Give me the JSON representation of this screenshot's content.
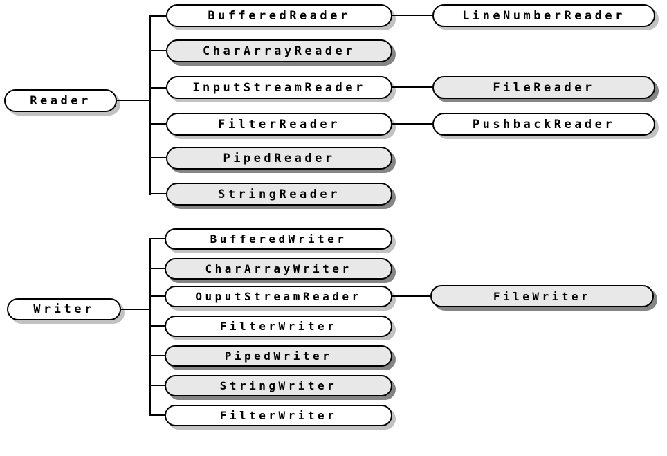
{
  "reader_tree": {
    "root": {
      "label": "Reader",
      "fill": "white"
    },
    "children": [
      {
        "label": "BufferedReader",
        "fill": "white"
      },
      {
        "label": "CharArrayReader",
        "fill": "shaded"
      },
      {
        "label": "InputStreamReader",
        "fill": "white"
      },
      {
        "label": "FilterReader",
        "fill": "white"
      },
      {
        "label": "PipedReader",
        "fill": "shaded"
      },
      {
        "label": "StringReader",
        "fill": "shaded"
      }
    ],
    "subclasses": [
      {
        "label": "LineNumberReader",
        "parent": "BufferedReader",
        "fill": "white"
      },
      {
        "label": "FileReader",
        "parent": "InputStreamReader",
        "fill": "shaded"
      },
      {
        "label": "PushbackReader",
        "parent": "FilterReader",
        "fill": "white"
      }
    ]
  },
  "writer_tree": {
    "root": {
      "label": "Writer",
      "fill": "white"
    },
    "children": [
      {
        "label": "BufferedWriter",
        "fill": "white"
      },
      {
        "label": "CharArrayWriter",
        "fill": "shaded"
      },
      {
        "label": "OuputStreamReader",
        "fill": "white"
      },
      {
        "label": "FilterWriter",
        "fill": "white"
      },
      {
        "label": "PipedWriter",
        "fill": "shaded"
      },
      {
        "label": "StringWriter",
        "fill": "shaded"
      },
      {
        "label": "FilterWriter",
        "fill": "white"
      }
    ],
    "subclasses": [
      {
        "label": "FileWriter",
        "parent": "OuputStreamReader",
        "fill": "shaded"
      }
    ]
  },
  "colors": {
    "background": "#ffffff",
    "node_border": "#000000",
    "node_fill_white": "#ffffff",
    "node_fill_shaded": "#e8e8e8",
    "shadow_on_white": "#c2c2c2",
    "shadow_on_shaded": "#858585",
    "connector": "#000000",
    "text": "#000000"
  }
}
